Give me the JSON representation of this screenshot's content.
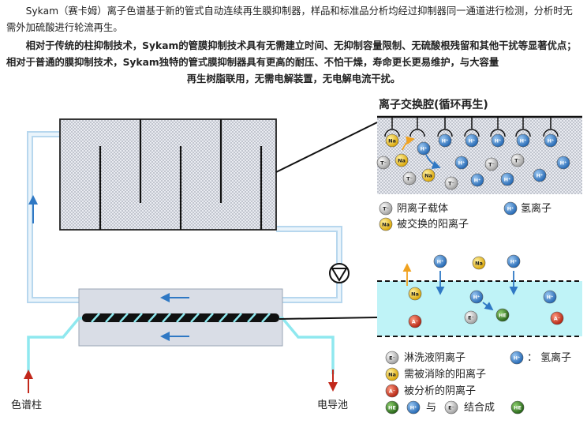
{
  "paragraphs": {
    "p1": "Sykam（赛卡姆）离子色谱基于新的管式自动连续再生膜抑制器，样品和标准品分析均经过抑制器同一通道进行检测，分析时无需外加硫酸进行轮流再生。",
    "p2": "相对于传统的柱抑制技术，Sykam的管膜抑制技术具有无需建立时间、无抑制容量限制、无硫酸根残留和其他干扰等显著优点；相对于普通的膜抑制技术，Sykam独特的管式膜抑制器具有更高的耐压、不怕干燥，寿命更长更易维护，与大容量",
    "p2_tail": "再生树脂联用，无需电解装置，无电解电流干扰。"
  },
  "diagram": {
    "zoom1_title": "离子交换腔(循环再生)",
    "labels": {
      "column": "色谱柱",
      "conductivity_cell": "电导池"
    },
    "ion_symbols": {
      "H": "H⁺",
      "Na": "Na",
      "T": "T⁻",
      "E": "E⁻",
      "A": "A⁻",
      "HE": "HE"
    },
    "legend1": {
      "anion_carrier": "阴离子载体",
      "hydrogen": "氢离子",
      "exchanged_cation": "被交换的阳离子"
    },
    "legend2": {
      "eluent_anion": "淋洗液阴离子",
      "hydrogen": "：  氢离子",
      "cation_removed": "需被消除的阳离子",
      "analyte_anion": "被分析的阴离子",
      "combine_with": "与",
      "combine_into": "结合成"
    },
    "colors": {
      "pipe": "#b7d7ee",
      "cyan_line": "#8fe8ef",
      "flow_arrow": "#2f78c4",
      "chamber_fill": "#d9dde6",
      "zoom2_fill": "#bff3f7",
      "h_ion": "#2e7fd0",
      "na_ion": "#e6b400",
      "t_ion": "#bfbfbf",
      "a_ion": "#d42d1a",
      "he_ion": "#2f7d1e"
    }
  }
}
